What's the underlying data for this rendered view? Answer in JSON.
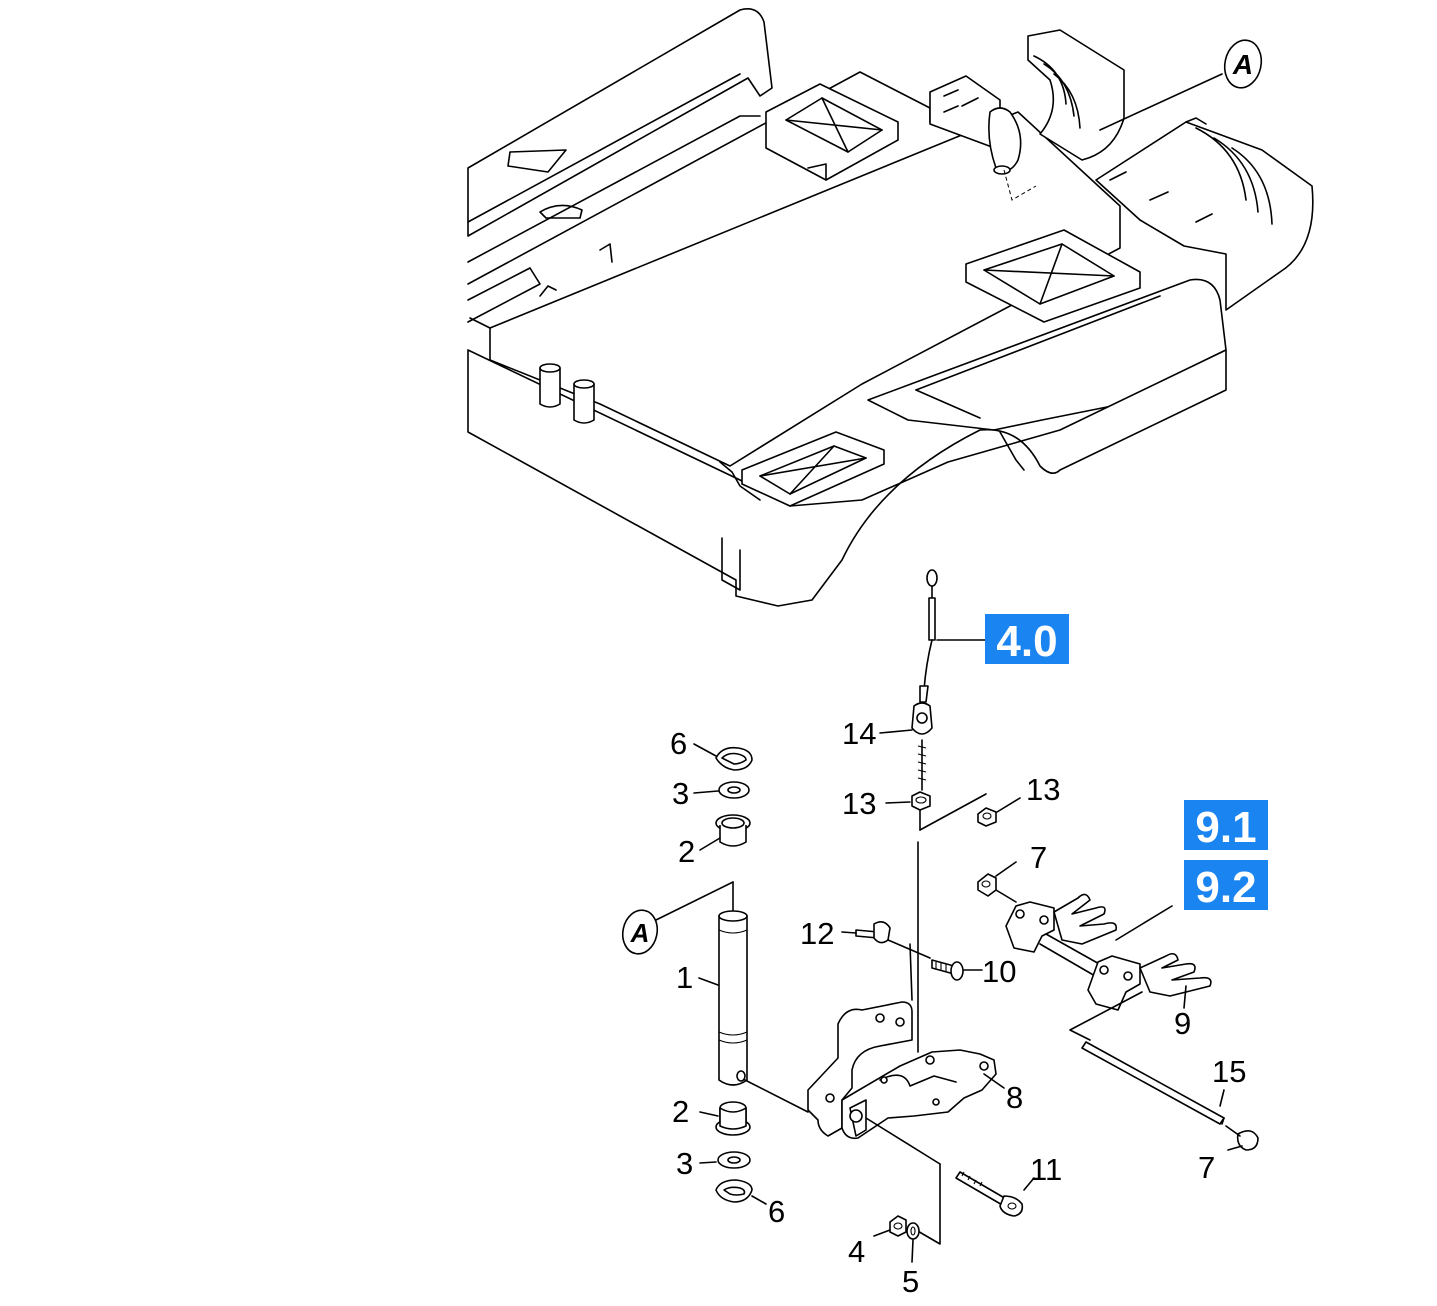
{
  "diagram": {
    "detail_marker_label": "A",
    "ref_boxes": [
      {
        "id": "ref-4-0",
        "label": "4.0"
      },
      {
        "id": "ref-9-1",
        "label": "9.1"
      },
      {
        "id": "ref-9-2",
        "label": "9.2"
      }
    ],
    "callouts": [
      {
        "id": "c6a",
        "label": "6"
      },
      {
        "id": "c3a",
        "label": "3"
      },
      {
        "id": "c2a",
        "label": "2"
      },
      {
        "id": "c1",
        "label": "1"
      },
      {
        "id": "c2b",
        "label": "2"
      },
      {
        "id": "c3b",
        "label": "3"
      },
      {
        "id": "c6b",
        "label": "6"
      },
      {
        "id": "c14",
        "label": "14"
      },
      {
        "id": "c13a",
        "label": "13"
      },
      {
        "id": "c13b",
        "label": "13"
      },
      {
        "id": "c12",
        "label": "12"
      },
      {
        "id": "c10",
        "label": "10"
      },
      {
        "id": "c8",
        "label": "8"
      },
      {
        "id": "c11",
        "label": "11"
      },
      {
        "id": "c4",
        "label": "4"
      },
      {
        "id": "c5",
        "label": "5"
      },
      {
        "id": "c7a",
        "label": "7"
      },
      {
        "id": "c9",
        "label": "9"
      },
      {
        "id": "c15",
        "label": "15"
      },
      {
        "id": "c7b",
        "label": "7"
      }
    ],
    "colors": {
      "ref_box": "#1a84f0",
      "line": "#000000",
      "background": "#ffffff"
    }
  }
}
